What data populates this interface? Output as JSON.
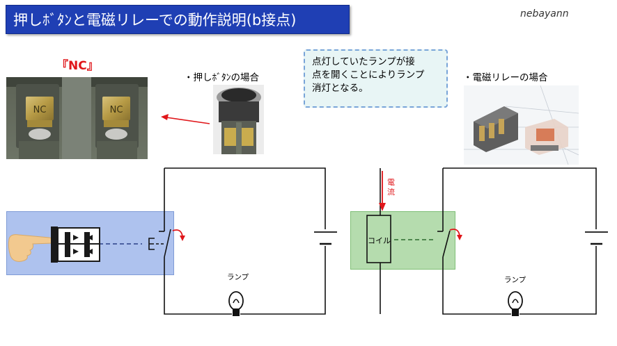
{
  "header": {
    "title": "押しﾎﾞﾀﾝと電磁リレーでの動作説明(b接点)",
    "author": "nebayann"
  },
  "photos": {
    "nc_label": "『NC』",
    "nc_contact_text": "NC",
    "pushbutton_caption": "・押しﾎﾞﾀﾝの場合",
    "relay_caption": "・電磁リレーの場合"
  },
  "note": {
    "lines": [
      "点灯していたランプが接",
      "点を開くことによりランプ",
      "消灯となる。"
    ]
  },
  "circuit_left": {
    "lamp_label": "ランプ"
  },
  "circuit_right": {
    "current_label": "電\n流",
    "coil_label": "コイル",
    "lamp_label": "ランプ"
  },
  "colors": {
    "title_bg": "#1f3fb4",
    "highlight_blue": "#aec2ee",
    "highlight_green": "#b5dcae",
    "accent_red": "#e0161a",
    "finger": "#f2c98f"
  }
}
